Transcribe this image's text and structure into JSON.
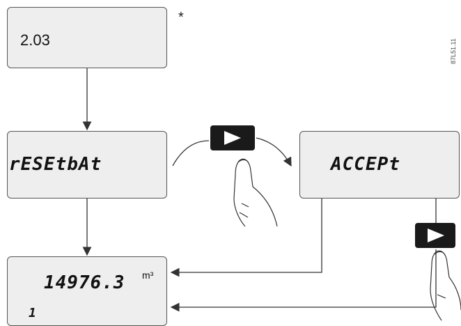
{
  "boxes": {
    "top_display": "2.03",
    "reset_display": "rESEtbAt",
    "accept_display": "ACCEPt",
    "reading_value": "14976.3",
    "reading_unit": "m³",
    "reading_index": "1"
  },
  "footnote_marker": "*",
  "figure_code": "87L51.11",
  "colors": {
    "display_fill": "#eeeeee",
    "border": "#555555",
    "button_fill": "#1a1a1a",
    "arrow": "#333333"
  }
}
